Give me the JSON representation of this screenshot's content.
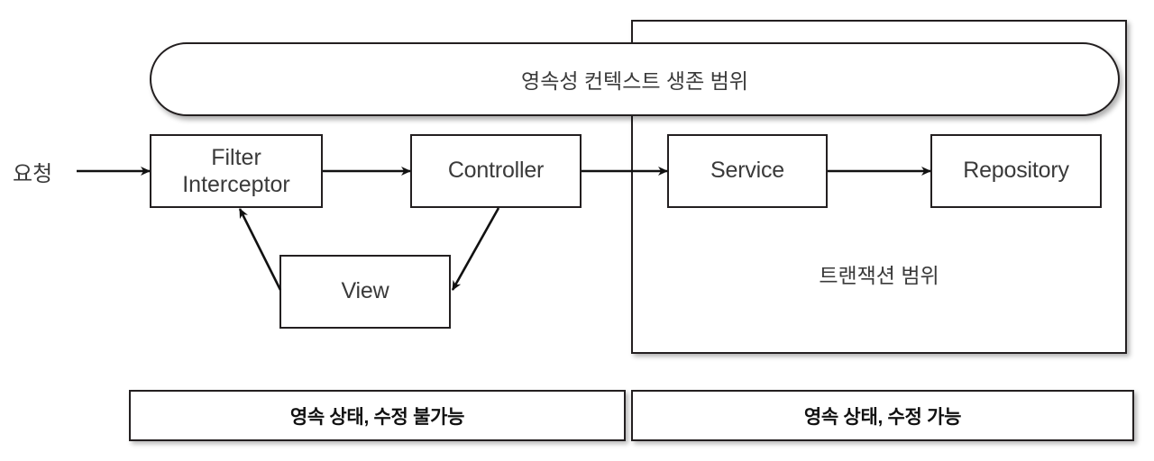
{
  "diagram": {
    "title_scope": "영속성 컨텍스트 생존 범위",
    "transaction_scope_label": "트랜잭션 범위",
    "request_label": "요청",
    "nodes": {
      "filter_interceptor_line1": "Filter",
      "filter_interceptor_line2": "Interceptor",
      "controller": "Controller",
      "view": "View",
      "service": "Service",
      "repository": "Repository"
    },
    "legend": {
      "left": "영속 상태, 수정 불가능",
      "right": "영속 상태, 수정 가능"
    },
    "colors": {
      "stroke": "#231f20",
      "node_text": "#3a3a3a",
      "legend_text": "#111111",
      "background": "#ffffff"
    },
    "flow": [
      "요청 → Filter Interceptor",
      "Filter Interceptor → Controller",
      "Controller → Service",
      "Service → Repository",
      "Controller → View",
      "View → Filter Interceptor"
    ]
  }
}
